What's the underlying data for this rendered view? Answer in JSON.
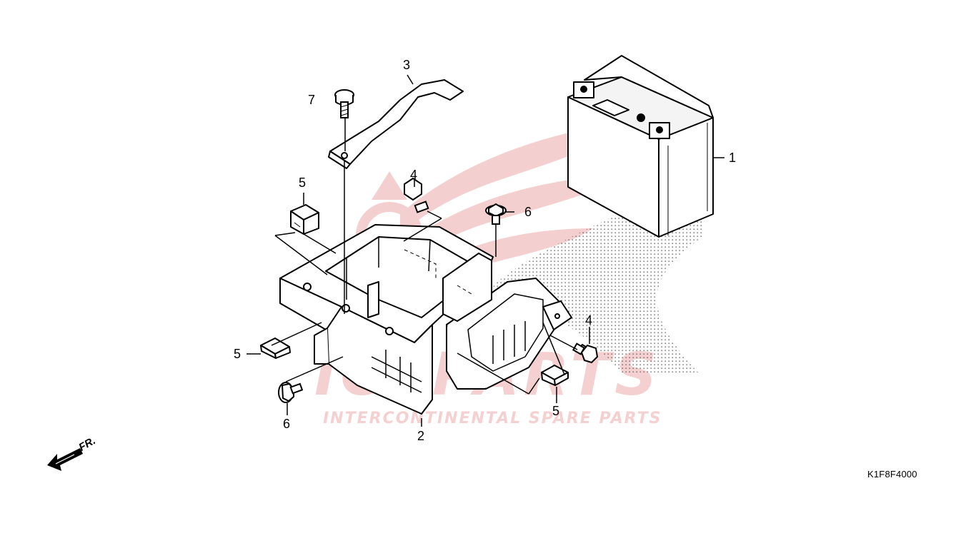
{
  "watermark": {
    "brand": "ICSPARTS",
    "tagline": "INTERCONTINENTAL SPARE PARTS",
    "color": "#e89696"
  },
  "callouts": {
    "c1": "1",
    "c2": "2",
    "c3": "3",
    "c4a": "4",
    "c4b": "4",
    "c5a": "5",
    "c5b": "5",
    "c5c": "5",
    "c6a": "6",
    "c6b": "6",
    "c7": "7"
  },
  "direction": {
    "label": "FR."
  },
  "diagram_code": "K1F8F4000",
  "parts": [
    {
      "ref": "1",
      "icon": "battery"
    },
    {
      "ref": "2",
      "icon": "battery-tray"
    },
    {
      "ref": "3",
      "icon": "battery-band"
    },
    {
      "ref": "4",
      "icon": "bolt"
    },
    {
      "ref": "5",
      "icon": "clip-nut"
    },
    {
      "ref": "6",
      "icon": "flange-bolt"
    },
    {
      "ref": "7",
      "icon": "screw"
    }
  ]
}
